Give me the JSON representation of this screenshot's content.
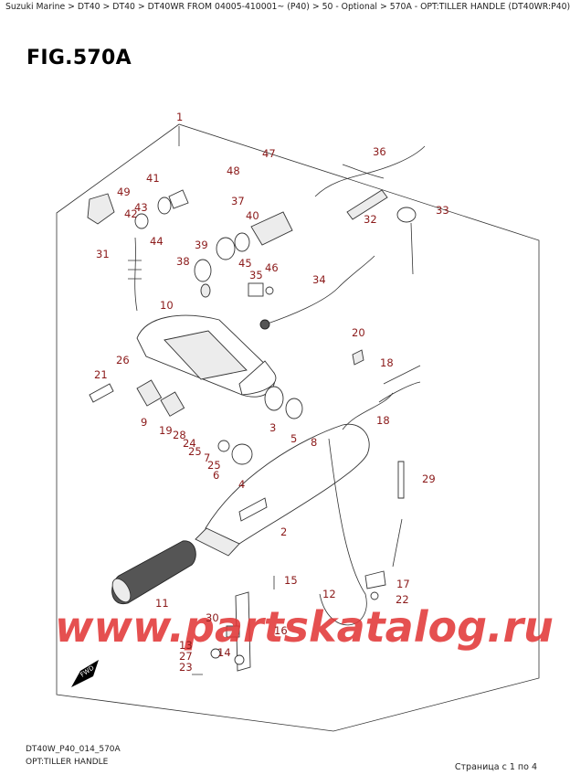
{
  "breadcrumb": "Suzuki Marine > DT40 > DT40 > DT40WR FROM 04005-410001~ (P40) > 50 - Optional > 570A - OPT:TILLER HANDLE (DT40WR:P40)",
  "figure_title": "FIG.570A",
  "footer_code": "DT40W_P40_014_570A",
  "footer_name": "OPT:TILLER HANDLE",
  "page_info": "Страница с 1 по 4",
  "watermark": "www.partskatalog.ru",
  "direction_marker": "FWD",
  "callouts": [
    "1",
    "2",
    "3",
    "4",
    "5",
    "6",
    "7",
    "8",
    "9",
    "10",
    "11",
    "12",
    "13",
    "14",
    "15",
    "16",
    "17",
    "18",
    "19",
    "20",
    "21",
    "22",
    "23",
    "24",
    "25",
    "26",
    "27",
    "28",
    "29",
    "30",
    "31",
    "32",
    "33",
    "34",
    "35",
    "36",
    "37",
    "38",
    "39",
    "40",
    "41",
    "42",
    "43",
    "44",
    "45",
    "46",
    "47",
    "48",
    "49"
  ],
  "colors": {
    "callout": "#8b1a1a",
    "watermark": "#e23838",
    "line": "#333333"
  }
}
